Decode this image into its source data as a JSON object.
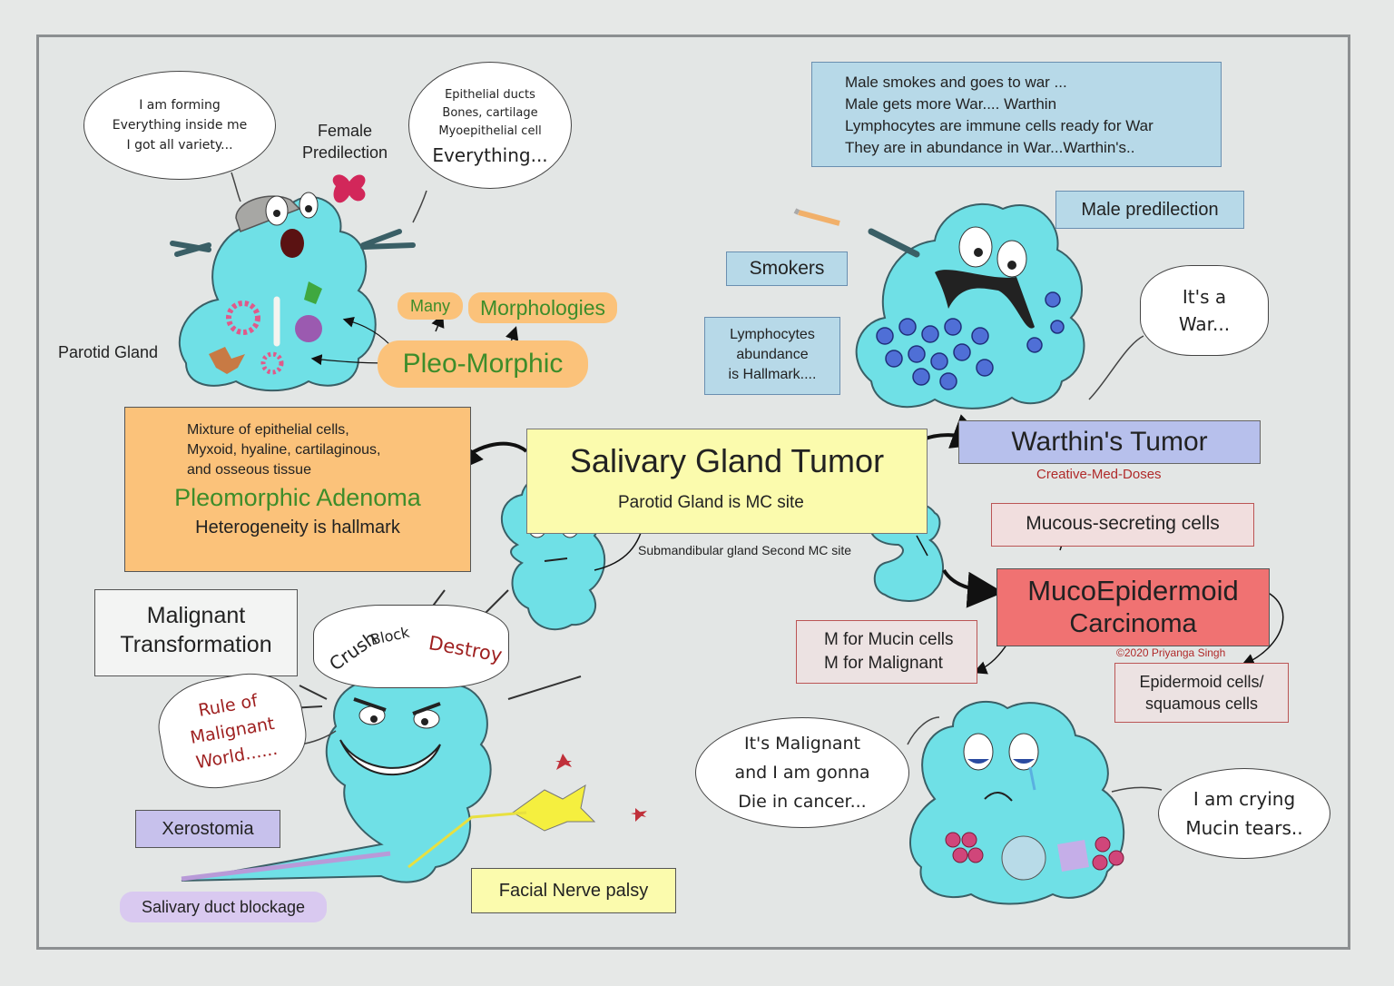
{
  "center": {
    "title": "Salivary Gland Tumor",
    "sub": "Parotid Gland is MC site",
    "submandibular": "Submandibular gland Second MC site"
  },
  "pleomorphic": {
    "bubble_left": [
      "I am forming",
      "Everything inside me",
      "I got all variety..."
    ],
    "bubble_right": [
      "Epithelial ducts",
      "Bones, cartilage",
      "Myoepithelial cell"
    ],
    "bubble_right_big": "Everything...",
    "female": [
      "Female",
      "Predilection"
    ],
    "parotid_label": "Parotid Gland",
    "many": "Many",
    "morphologies": "Morphologies",
    "pleo_morphic": "Pleo-Morphic",
    "box_text": [
      "Mixture of epithelial cells,",
      "Myxoid, hyaline, cartilaginous,",
      "and osseous tissue"
    ],
    "box_title": "Pleomorphic Adenoma",
    "box_hallmark": "Heterogeneity is hallmark"
  },
  "warthin": {
    "top_box": [
      "Male smokes and goes to war ...",
      "Male gets more War.... Warthin",
      "Lymphocytes are immune cells ready for War",
      "They are in abundance in War...Warthin's.."
    ],
    "male_predilection": "Male predilection",
    "smokers": "Smokers",
    "lymphocytes": [
      "Lymphocytes",
      "abundance",
      "is Hallmark...."
    ],
    "war_bubble": [
      "It's a",
      "War..."
    ],
    "title": "Warthin's Tumor",
    "credit": "Creative-Med-Doses"
  },
  "mucoepidermoid": {
    "mucous": "Mucous-secreting cells",
    "title_line1": "MucoEpidermoid",
    "title_line2": "Carcinoma",
    "m_box": [
      "M for Mucin cells",
      "M for Malignant"
    ],
    "copyright": "©2020 Priyanga Singh",
    "epidermoid": [
      "Epidermoid cells/",
      "squamous cells"
    ],
    "bubble_left": [
      "It's Malignant",
      "and I am gonna",
      "Die in cancer..."
    ],
    "bubble_right": [
      "I am crying",
      "Mucin tears.."
    ]
  },
  "malignant": {
    "transformation": [
      "Malignant",
      "Transformation"
    ],
    "crush": "Crush",
    "block": "Block",
    "destroy": "Destroy",
    "rule": [
      "Rule of",
      "Malignant",
      "World......"
    ],
    "xerostomia": "Xerostomia",
    "facial": "Facial Nerve palsy",
    "duct": "Salivary duct blockage"
  },
  "colors": {
    "blob": "#6fe0e6",
    "blob_outline": "#3a5f66",
    "orange_box": "#fbc27a",
    "yellow_box": "#fbfbad",
    "blue_box": "#b7d9e8",
    "purple_box": "#c7c1ec",
    "red_box": "#f07272",
    "green_text": "#3d8d2a",
    "dark_red_text": "#9e1f1f"
  }
}
